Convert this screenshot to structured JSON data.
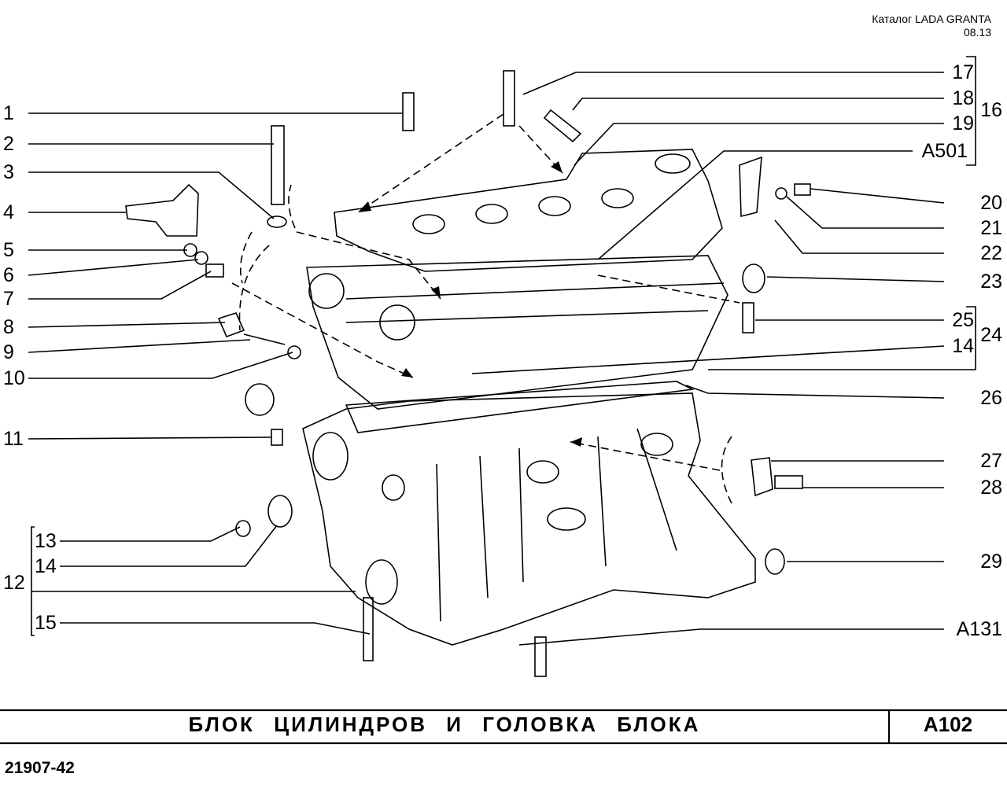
{
  "header": {
    "catalog": "Каталог  LADA  GRANTA",
    "date": "08.13"
  },
  "callouts_left": [
    "1",
    "2",
    "3",
    "4",
    "5",
    "6",
    "7",
    "8",
    "9",
    "10",
    "11",
    "12",
    "13",
    "14",
    "15"
  ],
  "callouts_right": [
    "17",
    "18",
    "19",
    "A501",
    "16",
    "20",
    "21",
    "22",
    "23",
    "25",
    "24",
    "14",
    "26",
    "27",
    "28",
    "29",
    "A131"
  ],
  "footer": {
    "title": "БЛОК  ЦИЛИНДРОВ  И  ГОЛОВКА  БЛОКА",
    "code": "A102",
    "doc_number": "21907-42"
  }
}
